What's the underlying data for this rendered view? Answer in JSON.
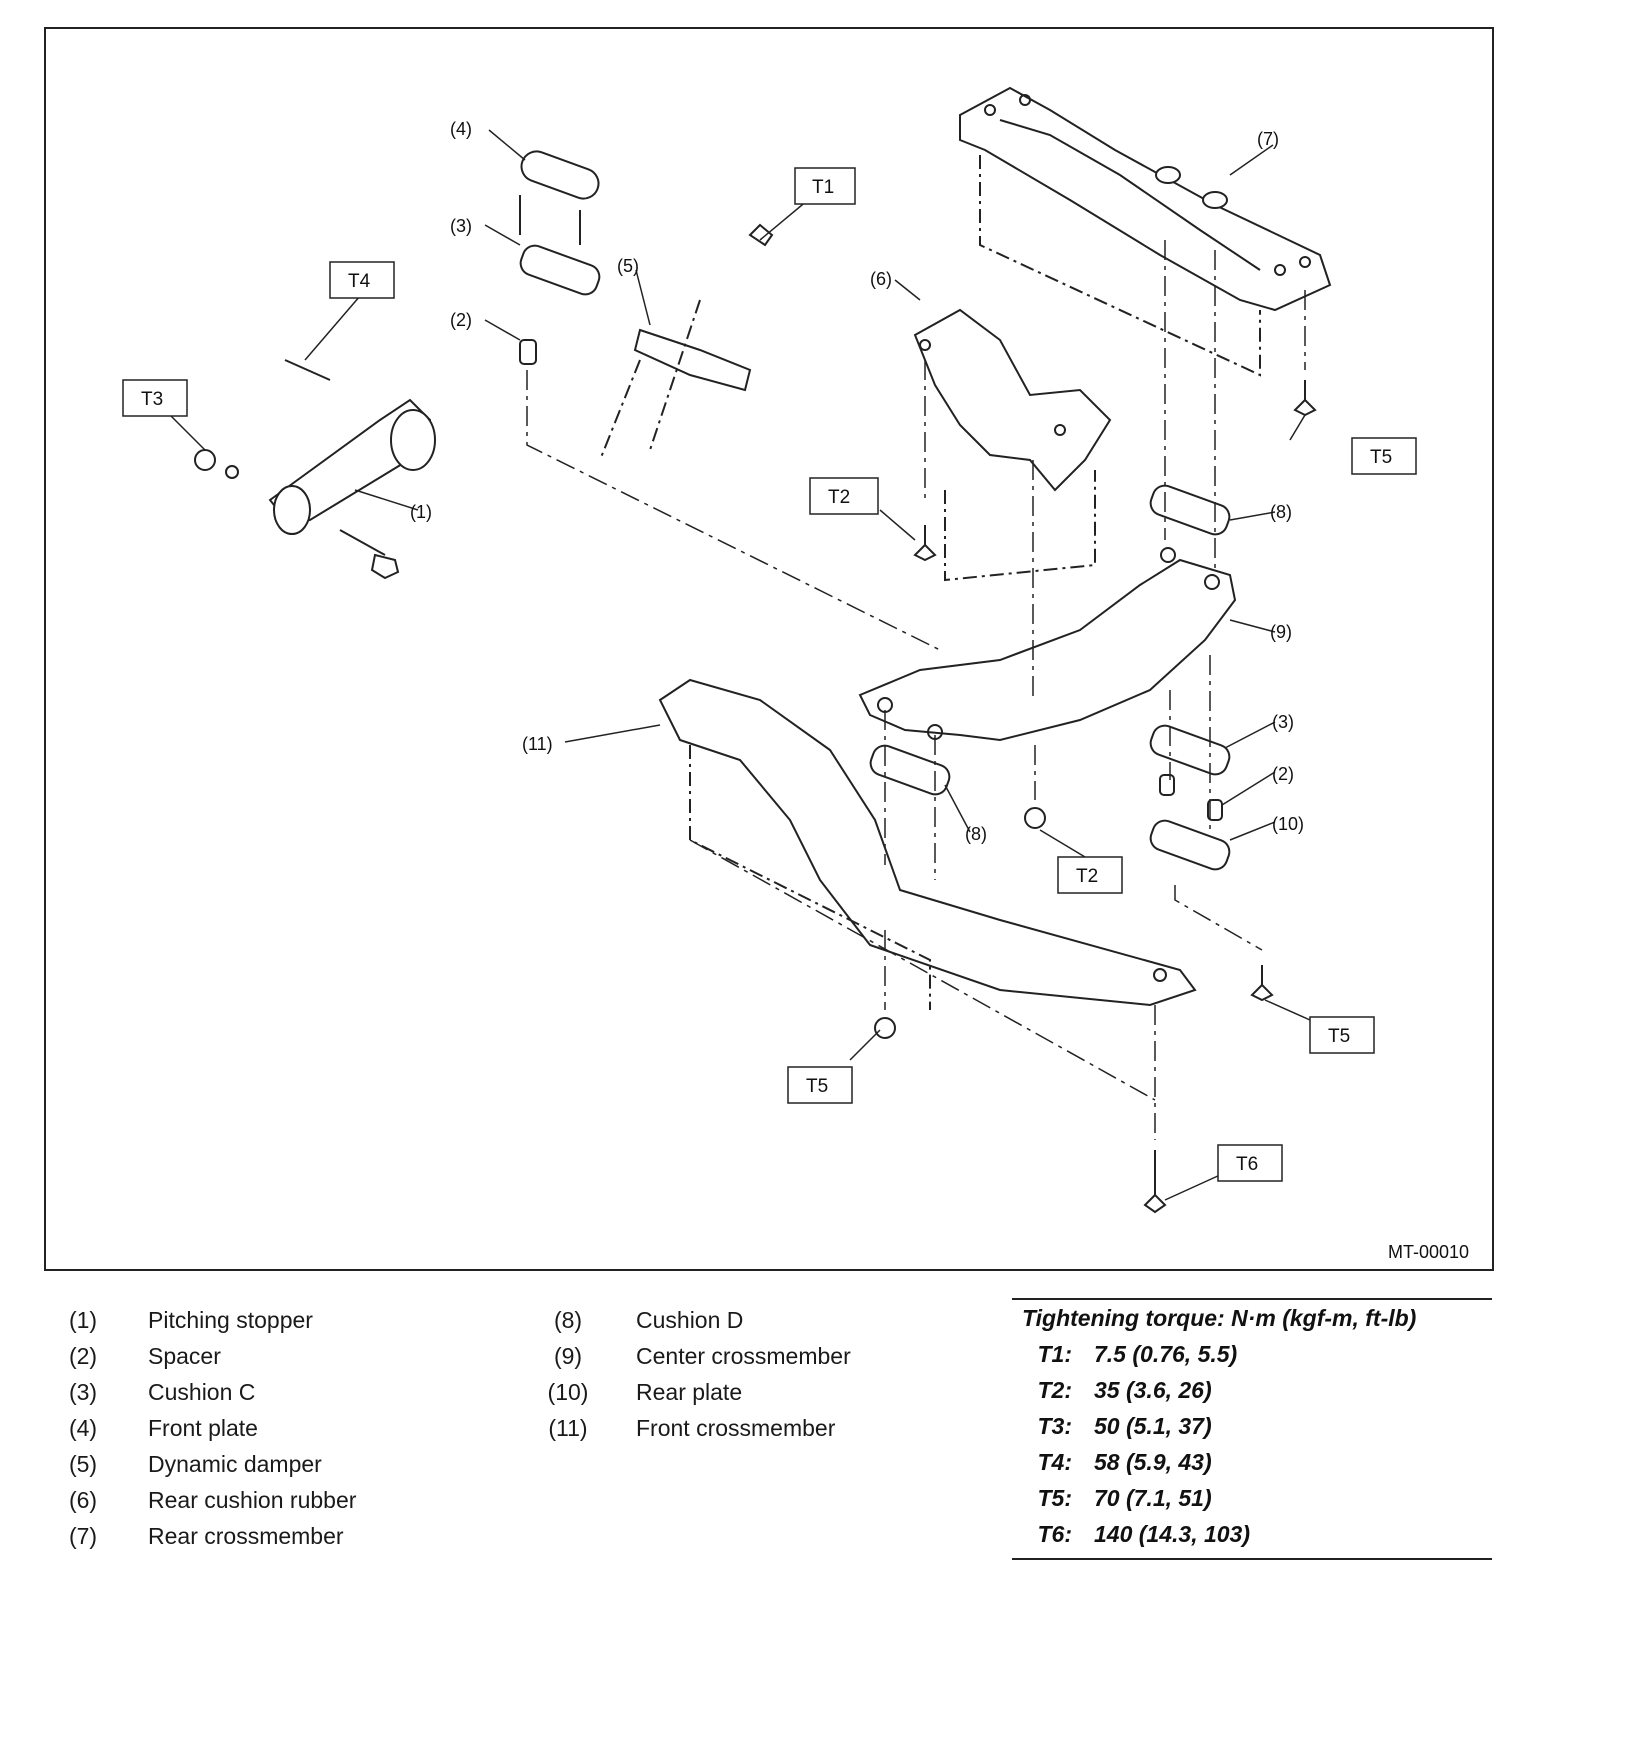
{
  "figure": {
    "code": "MT-00010",
    "callouts": {
      "c1": "(1)",
      "c2a": "(2)",
      "c2b": "(2)",
      "c3a": "(3)",
      "c3b": "(3)",
      "c4": "(4)",
      "c5": "(5)",
      "c6": "(6)",
      "c7": "(7)",
      "c8a": "(8)",
      "c8b": "(8)",
      "c9": "(9)",
      "c10": "(10)",
      "c11": "(11)"
    },
    "torque_tags": {
      "t1": "T1",
      "t2a": "T2",
      "t2b": "T2",
      "t3": "T3",
      "t4": "T4",
      "t5a": "T5",
      "t5b": "T5",
      "t5c": "T5",
      "t6": "T6"
    }
  },
  "legend": {
    "col1": [
      {
        "num": "(1)",
        "name": "Pitching stopper"
      },
      {
        "num": "(2)",
        "name": "Spacer"
      },
      {
        "num": "(3)",
        "name": "Cushion C"
      },
      {
        "num": "(4)",
        "name": "Front plate"
      },
      {
        "num": "(5)",
        "name": "Dynamic damper"
      },
      {
        "num": "(6)",
        "name": "Rear cushion rubber"
      },
      {
        "num": "(7)",
        "name": "Rear crossmember"
      }
    ],
    "col2": [
      {
        "num": "(8)",
        "name": "Cushion D"
      },
      {
        "num": "(9)",
        "name": "Center crossmember"
      },
      {
        "num": "(10)",
        "name": "Rear plate"
      },
      {
        "num": "(11)",
        "name": "Front crossmember"
      }
    ]
  },
  "torque": {
    "heading": "Tightening torque: N·m (kgf-m, ft-lb)",
    "rows": [
      {
        "key": "T1:",
        "value": "7.5 (0.76, 5.5)"
      },
      {
        "key": "T2:",
        "value": "35 (3.6, 26)"
      },
      {
        "key": "T3:",
        "value": "50 (5.1, 37)"
      },
      {
        "key": "T4:",
        "value": "58 (5.9, 43)"
      },
      {
        "key": "T5:",
        "value": "70 (7.1, 51)"
      },
      {
        "key": "T6:",
        "value": "140 (14.3, 103)"
      }
    ]
  }
}
